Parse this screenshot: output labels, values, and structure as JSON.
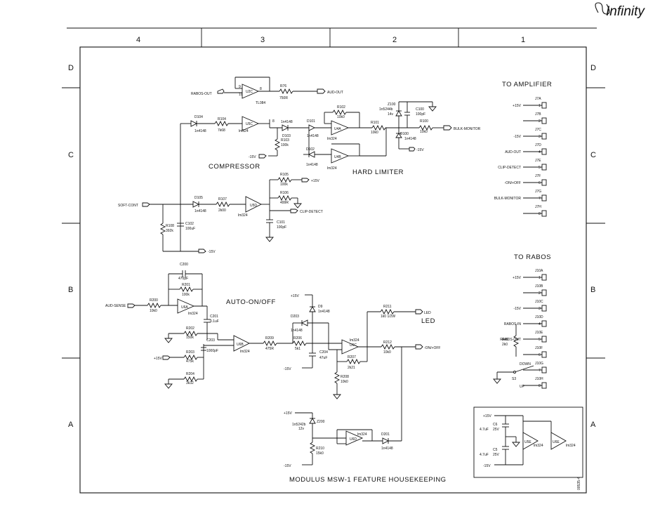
{
  "brand": {
    "name": "Infinity",
    "logo": "infinity-logo"
  },
  "zones": {
    "columns": [
      "4",
      "3",
      "2",
      "1"
    ],
    "rows": [
      "D",
      "C",
      "B",
      "A"
    ]
  },
  "titles": {
    "compressor": "COMPRESSOR",
    "hard_limiter": "HARD LIMITER",
    "auto_on_off": "AUTO-ON/OFF",
    "led": "LED",
    "to_amplifier": "TO AMPLIFIER",
    "to_rabos": "TO RABOS",
    "sheet_title": "MODULUS MSW-1 FEATURE HOUSEKEEPING",
    "drawing_number": "00535-4"
  },
  "nets": {
    "rabos_out": "RABOS-OUT",
    "aud_out": "AUD-OUT",
    "bulk_monitor": "BULK-MONITOR",
    "soft_cont": "SOFT-CONT",
    "clip_detect": "CLIP-DETECT",
    "aud_sense": "AUD-SENSE",
    "on_off": "-ON/+OFF",
    "led": "LED",
    "rabos_in": "RABOS-IN",
    "p15": "+15V",
    "m15": "-15V",
    "down": "DOWN",
    "up": "UP",
    "s3": "S3"
  },
  "components": {
    "u2c": "U2C",
    "u2c_part": "TL084",
    "r76": "R76",
    "r76_val": "750R",
    "d104": "D104",
    "d104_val": "1n4148",
    "r104": "R104",
    "r104_val": "7k68",
    "u5c": "U5C",
    "u5c_part": "lm324",
    "d103_top": "1n4148",
    "d103": "D103",
    "r103": "R103",
    "r103_val": "100k",
    "r102": "R102",
    "r102_val": "10k0",
    "d101": "D101",
    "d101_val": "1n4148",
    "u4a": "U4A",
    "u4a_part": "lm324",
    "d102": "D102",
    "d102_val": "1n4148",
    "u4b": "U4B",
    "u4b_part": "lm324",
    "r101": "R101",
    "r101_val": "10k0",
    "z100": "Z100",
    "z100_val": "1n5244b",
    "z100_v": "14v",
    "c100": "C100",
    "c100_val": "100pF",
    "r100": "R100",
    "r100_val": "10k0",
    "d100": "D100",
    "d100_val": "1n4148",
    "r105": "R105",
    "r105_val": "100k",
    "r106": "R106",
    "r106_val": "499R",
    "d105": "D105",
    "d105_val": "1n4148",
    "r107": "R107",
    "r107_val": "2k00",
    "u5d": "U5D",
    "u5d_part": "lm324",
    "c101": "C101",
    "c101_val": "100pF",
    "r108": "R108",
    "r108_val": "392k",
    "c102": "C102",
    "c102_val": "100uF",
    "c200": "C200",
    "c200_val": "470pF",
    "r201": "R201",
    "r201_val": "100k",
    "r200": "R200",
    "r200_val": "10k0",
    "u6a": "U6A",
    "u6a_part": "lm324",
    "c201": "C201",
    "c201_val": "0.1uF",
    "r202": "R202",
    "r202_val": "150k",
    "r203": "R203",
    "r203_val": "475k",
    "r204": "R204",
    "r204_val": "3k32",
    "c203": "C203",
    "c203_val": "1000pF",
    "u6b": "U6B",
    "u6b_part": "lm324",
    "r209": "R209",
    "r209_val": "475R",
    "d9": "D9",
    "d9_val": "1n4148",
    "d203": "D203",
    "d203_val": "1n4148",
    "r206": "R206",
    "r206_val": "5k1",
    "c204": "C204",
    "c204_val": "47uF",
    "u6c": "U6C",
    "u6c_part": "lm324",
    "r207": "R207",
    "r207_val": "2k21",
    "r208": "R208",
    "r208_val": "10k0",
    "r211": "R211",
    "r211_val": "1k0 1/2W",
    "r212": "R212",
    "r212_val": "10k0",
    "z200": "Z200",
    "z200_val": "1n5242b",
    "z200_v": "12v",
    "r210": "R210",
    "r210_val": "15k0",
    "u6d": "U6D",
    "u6d_part": "lm324",
    "d201": "D201",
    "d201_val": "1n4148",
    "r40": "R40",
    "r40_val": "2k0",
    "c6": "C6",
    "c6_val": "4.7uF",
    "c6_v": "25V",
    "c5": "C5",
    "c5_val": "4.7uF",
    "c5_v": "25V",
    "u5e": "U5E",
    "u6e": "U6E",
    "ue_part": "lm324"
  },
  "connectors": {
    "amplifier": [
      {
        "ref": "J7A",
        "pin": "1",
        "net": "+15V"
      },
      {
        "ref": "J7B",
        "pin": "2",
        "net": ""
      },
      {
        "ref": "J7C",
        "pin": "3",
        "net": "-15V"
      },
      {
        "ref": "J7D",
        "pin": "4",
        "net": "AUD-OUT"
      },
      {
        "ref": "J7E",
        "pin": "5",
        "net": "CLIP-DETECT"
      },
      {
        "ref": "J7F",
        "pin": "6",
        "net": "-ON/+OFF"
      },
      {
        "ref": "J7G",
        "pin": "7",
        "net": "BULK-MONITOR"
      },
      {
        "ref": "J7H",
        "pin": "8",
        "net": ""
      }
    ],
    "rabos": [
      {
        "ref": "J10A",
        "pin": "1",
        "net": "+15V"
      },
      {
        "ref": "J10B",
        "pin": "2",
        "net": ""
      },
      {
        "ref": "J10C",
        "pin": "3",
        "net": "-15V"
      },
      {
        "ref": "J10D",
        "pin": "4",
        "net": "RABOS-IN"
      },
      {
        "ref": "J10E",
        "pin": "5",
        "net": "RABOS-OUT"
      },
      {
        "ref": "J10F",
        "pin": "6",
        "net": ""
      },
      {
        "ref": "J10G",
        "pin": "7",
        "net": ""
      },
      {
        "ref": "J10H",
        "pin": "8",
        "net": ""
      }
    ]
  }
}
